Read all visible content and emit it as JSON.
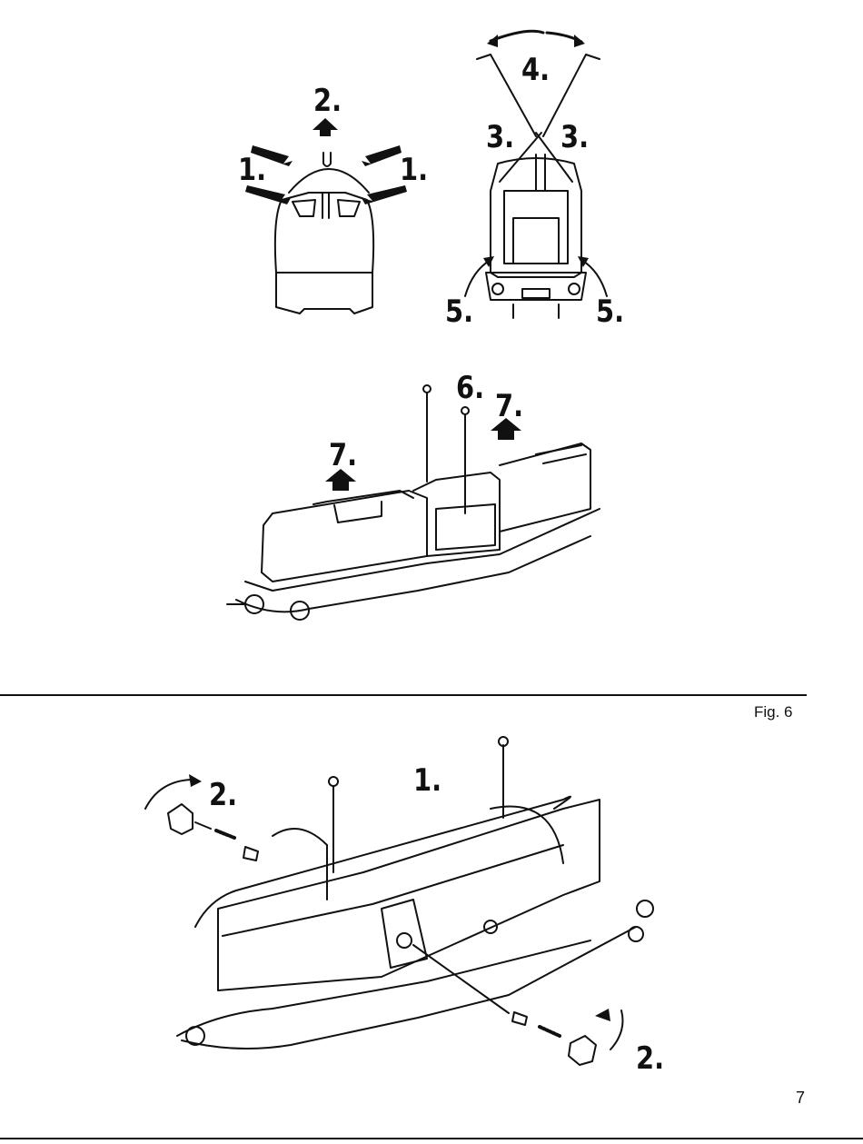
{
  "steps": {
    "remove_clips": "1.",
    "lift_roof": "2.",
    "spread_sides": "3.",
    "rotate_tools": "4.",
    "push_up": "5.",
    "remove_screws": "6.",
    "lift_hoods": "7."
  },
  "lower_steps": {
    "remove_screws": "1.",
    "unscrew_caps": "2."
  },
  "figure_label": "Fig. 6",
  "page_number": "7"
}
